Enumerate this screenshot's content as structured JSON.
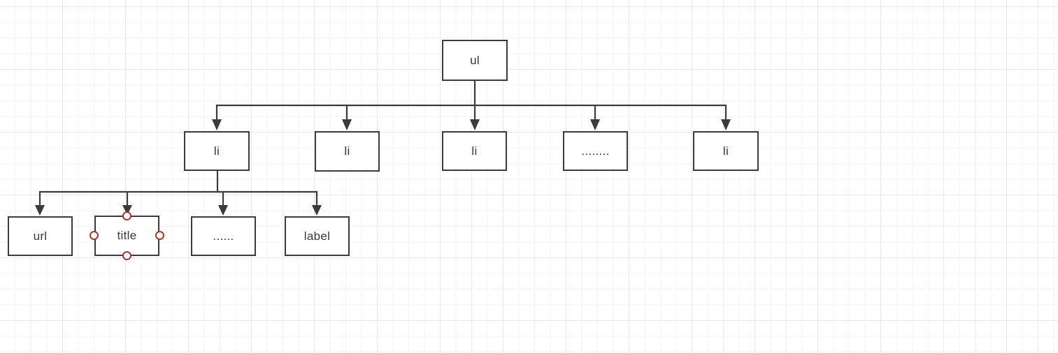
{
  "canvas": {
    "background": "#ffffff",
    "grid_minor_color": "#f3f3f3",
    "grid_major_color": "#e8e8e8"
  },
  "diagram": {
    "type": "tree",
    "root": {
      "label": "ul"
    },
    "level2": [
      {
        "label": "li"
      },
      {
        "label": "li"
      },
      {
        "label": "li"
      },
      {
        "label": "........"
      },
      {
        "label": "li"
      }
    ],
    "level3": [
      {
        "label": "url"
      },
      {
        "label": "title"
      },
      {
        "label": "......"
      },
      {
        "label": "label"
      }
    ],
    "edges": [
      "ul->li",
      "ul->li",
      "ul->li",
      "ul->........",
      "ul->li",
      "li->url",
      "li->title",
      "li->......",
      "li->label"
    ],
    "selected_node_label": "title",
    "style": {
      "node_fill": "#ffffff",
      "node_border": "#3b3b3b",
      "connector": "#3b3b3b",
      "text": "#383838",
      "selection_handle": "#b0352f"
    }
  }
}
